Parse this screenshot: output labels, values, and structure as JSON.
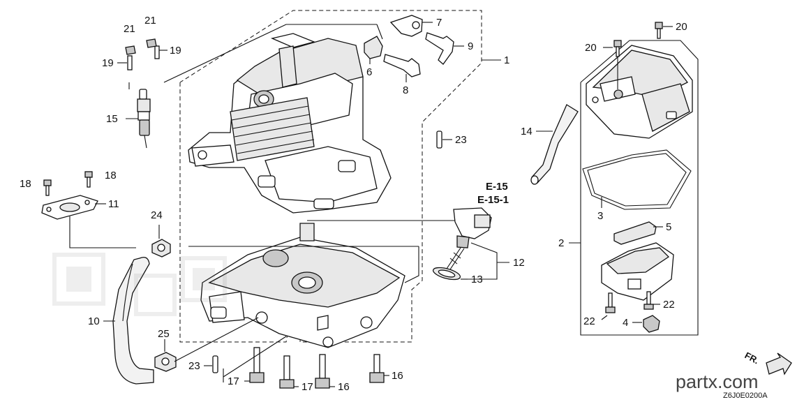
{
  "callouts": {
    "p1": "1",
    "p2": "2",
    "p3": "3",
    "p4": "4",
    "p5": "5",
    "p6": "6",
    "p7": "7",
    "p8": "8",
    "p9": "9",
    "p10": "10",
    "p11": "11",
    "p12": "12",
    "p13": "13",
    "p14": "14",
    "p15": "15",
    "p16a": "16",
    "p16b": "16",
    "p17a": "17",
    "p17b": "17",
    "p18a": "18",
    "p18b": "18",
    "p19a": "19",
    "p19b": "19",
    "p20a": "20",
    "p20b": "20",
    "p21a": "21",
    "p21b": "21",
    "p22a": "22",
    "p22b": "22",
    "p23a": "23",
    "p23b": "23",
    "p24": "24",
    "p25": "25"
  },
  "references": {
    "ref1": "E-15",
    "ref2": "E-15-1"
  },
  "direction_label": "FR.",
  "diagram_code": "Z6J0E0200A",
  "watermark": "partx.com"
}
